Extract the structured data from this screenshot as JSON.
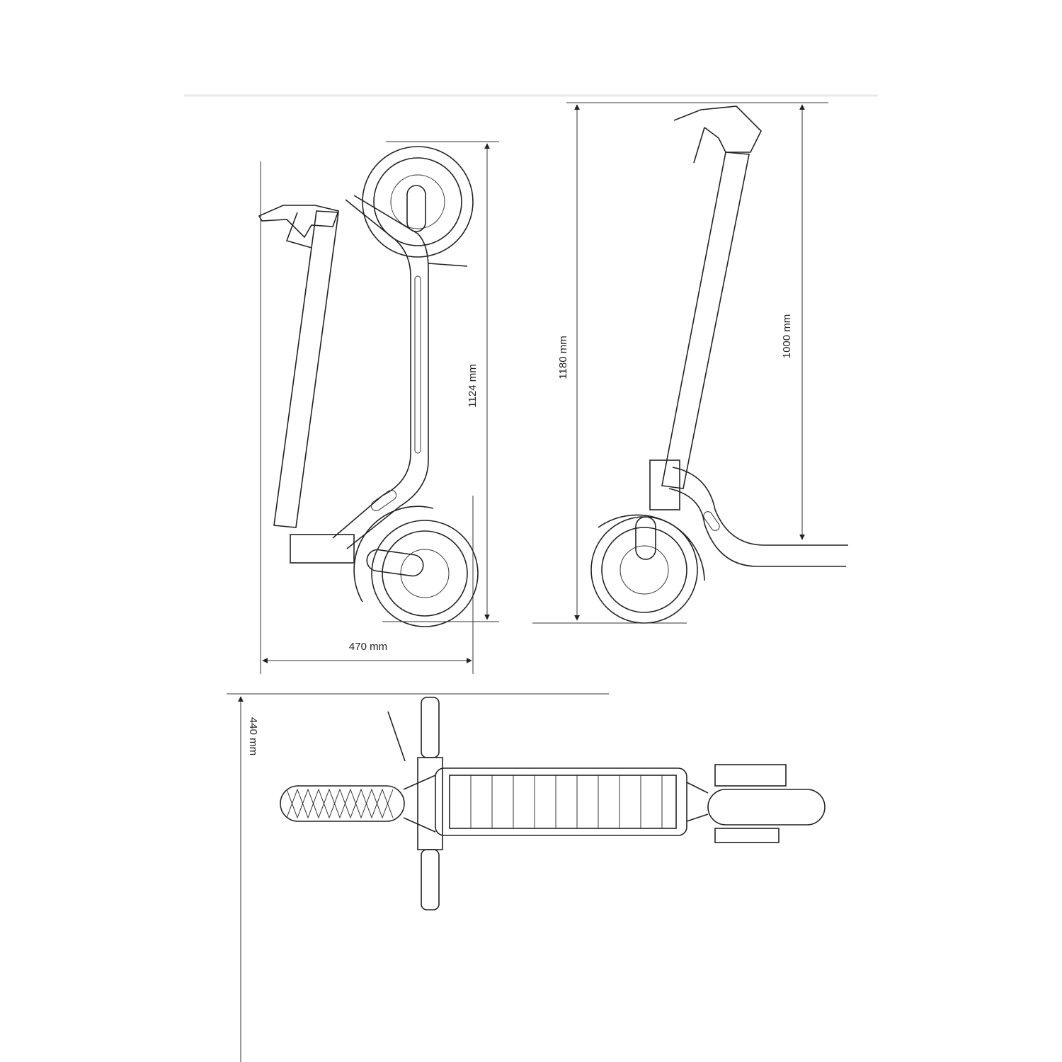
{
  "dimensions": {
    "folded_height": "1124 mm",
    "folded_length": "470 mm",
    "total_height": "1180 mm",
    "handlebar_height": "1000 mm",
    "handlebar_width": "440 mm"
  },
  "colors": {
    "line": "#222222",
    "background": "#ffffff"
  }
}
